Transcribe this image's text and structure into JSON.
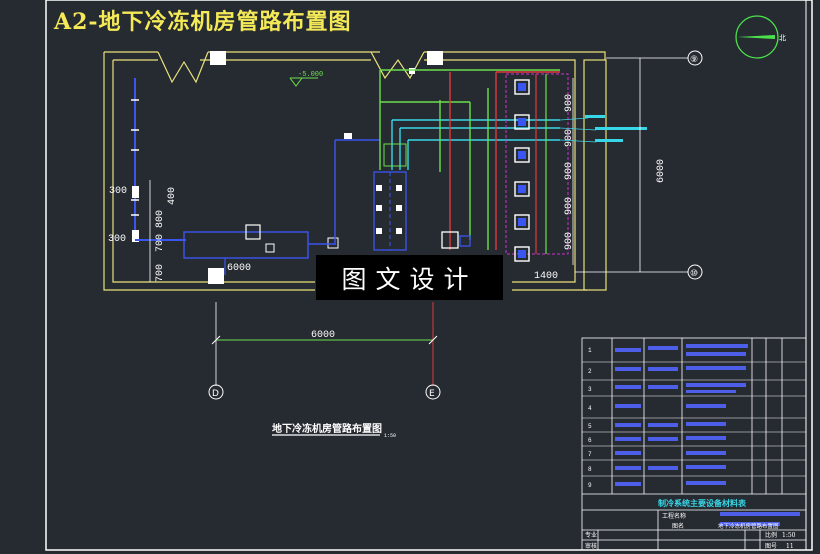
{
  "drawing_title": "A2-地下冷冻机房管路布置图",
  "watermark": "图文设计",
  "plan_caption": "地下冷冻机房管路布置图",
  "plan_scale": "1:50",
  "elevation_mark": "-5.000",
  "north_label": "北",
  "axis_labels": {
    "top_right": "⑨",
    "bottom_right": "⑩",
    "bottom_left": "D",
    "bottom_mid": "E"
  },
  "dims": {
    "left": [
      "300",
      "400",
      "300",
      "800",
      "700",
      "700"
    ],
    "span_6000_room": "6000",
    "span_6000_grid": "6000",
    "span_6000_right": "6000",
    "right_900s": [
      "900",
      "900",
      "900",
      "900",
      "900"
    ],
    "bottom_1400": "1400"
  },
  "title_block": {
    "table_title": "制冷系统主要设备材料表",
    "project_label": "工程名称",
    "drawing_label": "图名",
    "drawing_name": "地下冷冻机房管路布置图",
    "scale_label": "比例",
    "scale_value": "1:50",
    "number_label": "图号",
    "number_value": "11",
    "design_label": "专业",
    "check_label": "审核",
    "row_codes": [
      "1",
      "2",
      "3",
      "4",
      "5",
      "6",
      "7",
      "8",
      "9"
    ]
  },
  "colors": {
    "background": "#262a31",
    "frame": "#ffffff",
    "title": "#f4ea57",
    "pipe_green": "#6be04a",
    "pipe_blue": "#3b55f0",
    "pipe_cyan": "#38d7e8",
    "pipe_red": "#e03a3a",
    "pipe_magenta": "#d12fd1",
    "wall_yellow": "#e9e27a"
  }
}
